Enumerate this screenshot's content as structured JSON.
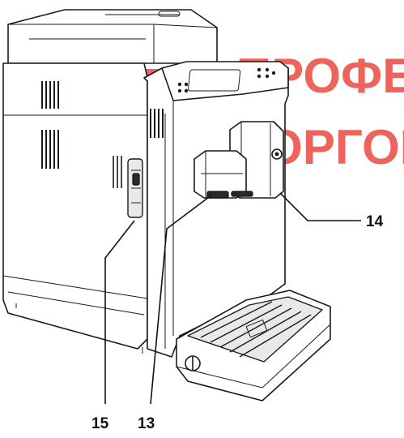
{
  "watermark": {
    "line1": "ПРОФЕС",
    "line2": "ТОРГОВ",
    "color": "#e8362c"
  },
  "callouts": [
    {
      "id": "drip-tray-indicator",
      "label": "15"
    },
    {
      "id": "dispenser-spout",
      "label": "13"
    },
    {
      "id": "dispensing-unit",
      "label": "14"
    }
  ]
}
